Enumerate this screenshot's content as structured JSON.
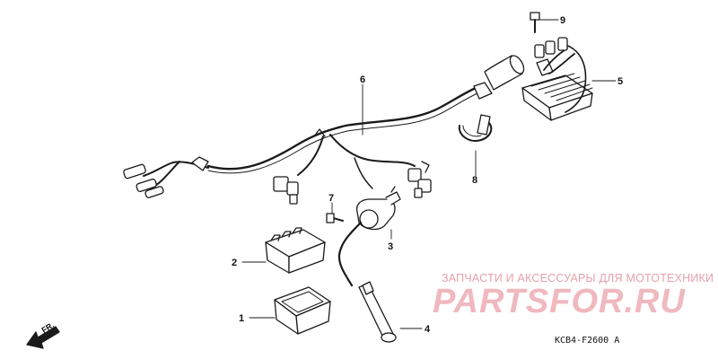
{
  "callouts": {
    "c1": "1",
    "c2": "2",
    "c3": "3",
    "c4": "4",
    "c5": "5",
    "c6": "6",
    "c7": "7",
    "c8": "8",
    "c9": "9"
  },
  "direction_label": "FR.",
  "diagram_code": "KCB4-F2600 A",
  "watermark": {
    "tagline": "ЗАПЧАСТИ И АКСЕССУАРЫ ДЛЯ МОТОТЕХНИКИ",
    "logo": "PARTSFOR.RU"
  }
}
